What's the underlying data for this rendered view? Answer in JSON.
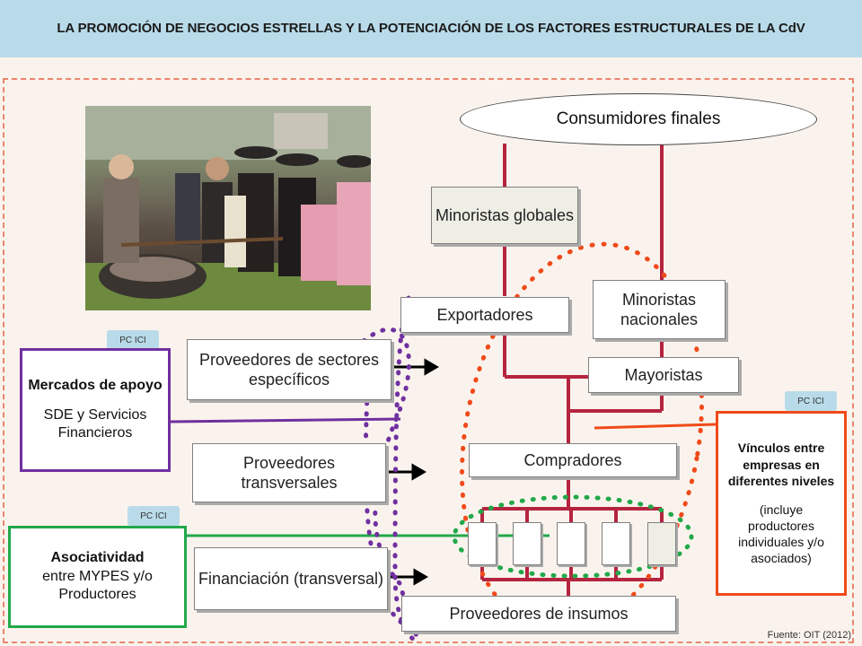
{
  "header": {
    "title": "LA PROMOCIÓN DE NEGOCIOS ESTRELLAS Y LA POTENCIACIÓN DE LOS FACTORES ESTRUCTURALES DE LA CdV"
  },
  "diagram": {
    "consumers": "Consumidores finales",
    "global_retailers": "Minoristas globales",
    "national_retailers": "Minoristas nacionales",
    "exporters": "Exportadores",
    "wholesalers": "Mayoristas",
    "buyers": "Compradores",
    "input_suppliers": "Proveedores de insumos",
    "specific_suppliers": "Proveedores de sectores específicos",
    "transversal_suppliers": "Proveedores transversales",
    "financing": "Financiación (transversal)"
  },
  "side_boxes": {
    "support_markets": {
      "title": "Mercados de apoyo",
      "body": "SDE y Servicios Financieros",
      "tag": "PC ICI"
    },
    "associativity": {
      "title": "Asociatividad",
      "body": "entre MYPES y/o Productores",
      "tag": "PC ICI"
    },
    "links": {
      "title": "Vínculos entre empresas en diferentes niveles",
      "body": "(incluye productores individuales y/o asociados)",
      "tag": "PC ICI"
    }
  },
  "footer": {
    "source": "Fuente: OIT (2012)"
  },
  "colors": {
    "header_bg": "#b9dbe9",
    "chain_line": "#b5243f",
    "purple": "#7030a0",
    "green": "#22a84a",
    "orange": "#f04a1a",
    "frame": "#e8876e"
  }
}
